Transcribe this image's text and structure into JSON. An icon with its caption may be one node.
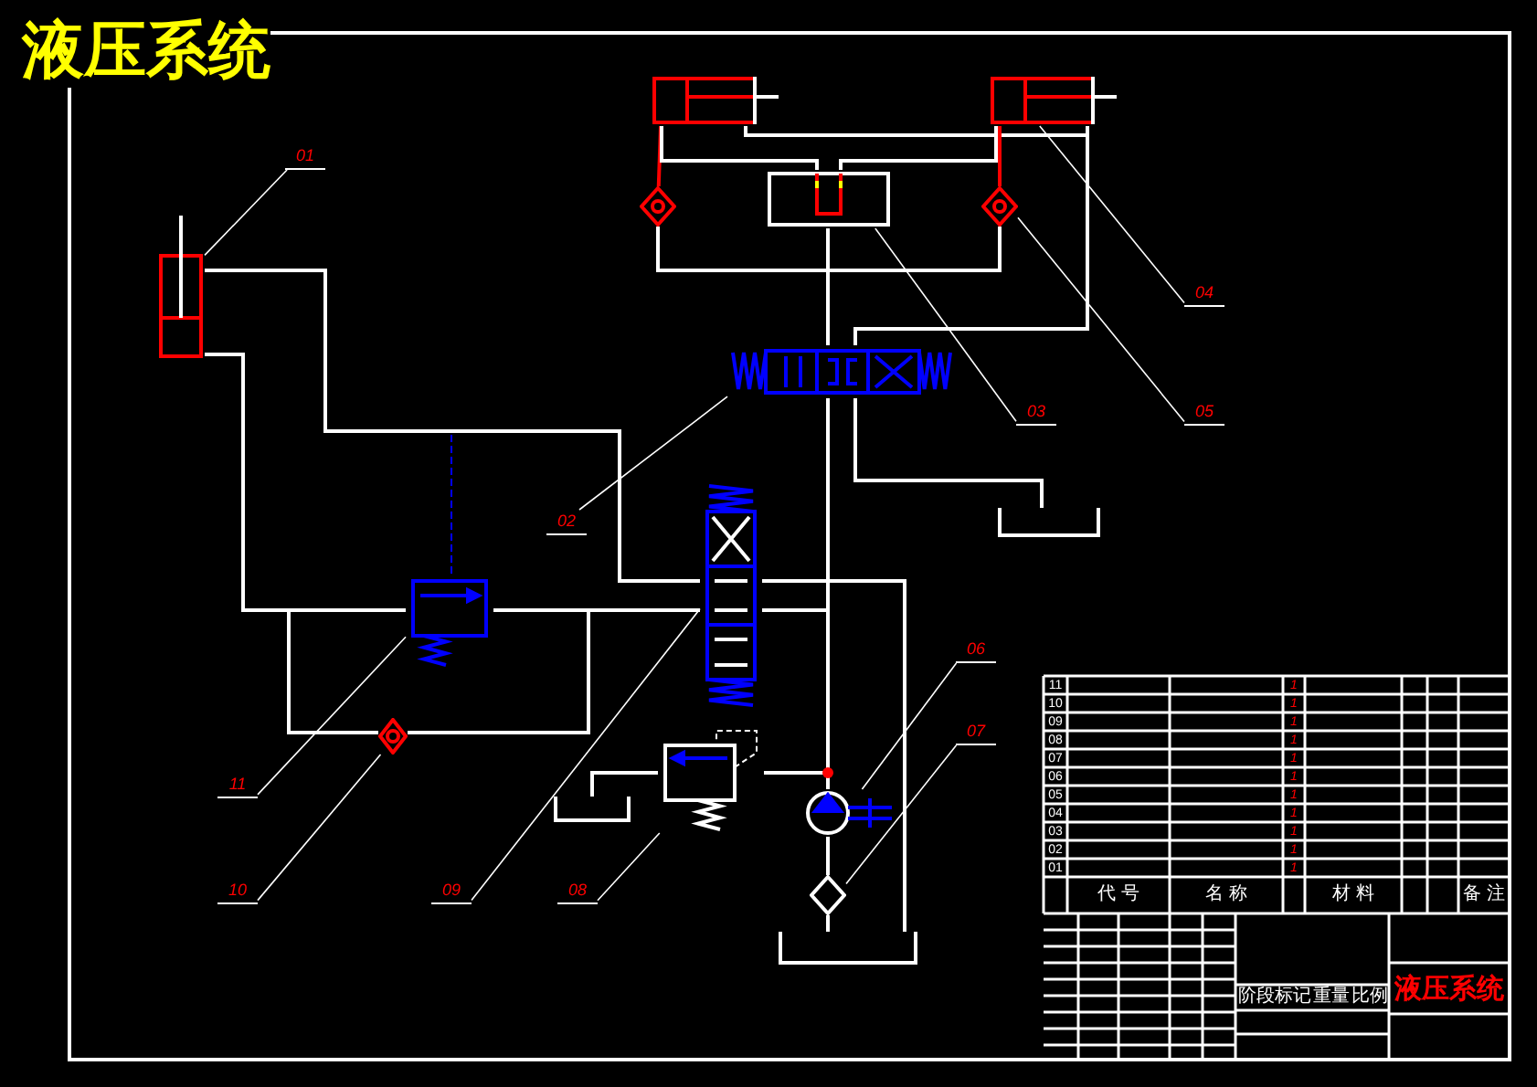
{
  "diagram": {
    "title": "液压系统",
    "nodes": [
      {
        "text": [
          "01"
        ]
      },
      {
        "text": [],
        "shape": "cylinder"
      },
      {
        "text": [],
        "shape": "cylinder"
      },
      {
        "text": [],
        "shape": "cylinder"
      },
      {
        "text": [
          "04"
        ]
      },
      {
        "text": [],
        "shape": "diamond"
      },
      {
        "text": [],
        "shape": "diamond"
      },
      {
        "text": [],
        "shape": "box"
      },
      {
        "text": [
          "03"
        ]
      },
      {
        "text": [
          "05"
        ]
      },
      {
        "text": [],
        "shape": "box"
      },
      {
        "text": [
          "02"
        ]
      },
      {
        "text": [],
        "shape": "tank"
      },
      {
        "text": [],
        "shape": "box"
      },
      {
        "text": [],
        "shape": "box"
      },
      {
        "text": [],
        "shape": "diamond"
      },
      {
        "text": [
          "06"
        ]
      },
      {
        "text": [
          "11"
        ]
      },
      {
        "text": [],
        "shape": "box"
      },
      {
        "text": [],
        "shape": "tank"
      },
      {
        "text": [],
        "shape": "circle"
      },
      {
        "text": [
          "07"
        ]
      },
      {
        "text": [],
        "shape": "diamond"
      },
      {
        "text": [
          "10"
        ]
      },
      {
        "text": [
          "09"
        ]
      },
      {
        "text": [
          "08"
        ]
      },
      {
        "text": [],
        "shape": "tank"
      }
    ],
    "edges": [
      {
        "from": 1,
        "to": 13,
        "arrow": "none"
      },
      {
        "from": 1,
        "to": 14,
        "arrow": "none"
      },
      {
        "from": 14,
        "to": 13,
        "arrow": "none"
      },
      {
        "from": 1,
        "to": 15,
        "arrow": "none"
      },
      {
        "from": 15,
        "to": 13,
        "arrow": "none"
      },
      {
        "from": 20,
        "to": 13,
        "arrow": "none"
      },
      {
        "from": 20,
        "to": 10,
        "arrow": "none"
      },
      {
        "from": 20,
        "to": 18,
        "arrow": "none"
      },
      {
        "from": 13,
        "to": 26,
        "arrow": "none"
      },
      {
        "from": 26,
        "to": 22,
        "arrow": "none"
      },
      {
        "from": 22,
        "to": 20,
        "arrow": "none"
      },
      {
        "from": 18,
        "to": 19,
        "arrow": "none"
      },
      {
        "from": 10,
        "to": 12,
        "arrow": "none"
      },
      {
        "from": 10,
        "to": 2,
        "arrow": "none"
      },
      {
        "from": 10,
        "to": 3,
        "arrow": "none"
      },
      {
        "from": 2,
        "to": 5,
        "arrow": "none",
        "color": "#ff0000"
      },
      {
        "from": 3,
        "to": 6,
        "arrow": "none",
        "color": "#ff0000"
      },
      {
        "from": 5,
        "to": 10,
        "arrow": "none"
      },
      {
        "from": 6,
        "to": 10,
        "arrow": "none"
      },
      {
        "from": 7,
        "to": 10,
        "arrow": "none"
      },
      {
        "from": 7,
        "to": 2,
        "arrow": "none"
      },
      {
        "from": 7,
        "to": 3,
        "arrow": "none"
      },
      {
        "from": 14,
        "to": 1,
        "arrow": "none",
        "style": "dashed",
        "color": "#0000ff"
      },
      {
        "from": 0,
        "to": 1,
        "arrow": "none"
      },
      {
        "from": 11,
        "to": 10,
        "arrow": "none"
      },
      {
        "from": 8,
        "to": 7,
        "arrow": "none"
      },
      {
        "from": 4,
        "to": 3,
        "arrow": "none"
      },
      {
        "from": 9,
        "to": 6,
        "arrow": "none"
      },
      {
        "from": 16,
        "to": 20,
        "arrow": "none"
      },
      {
        "from": 21,
        "to": 22,
        "arrow": "none"
      },
      {
        "from": 25,
        "to": 18,
        "arrow": "none"
      },
      {
        "from": 24,
        "to": 13,
        "arrow": "none"
      },
      {
        "from": 23,
        "to": 15,
        "arrow": "none"
      },
      {
        "from": 17,
        "to": 14,
        "arrow": "none"
      }
    ],
    "labels": [
      "11",
      "1",
      "10",
      "1",
      "09",
      "1",
      "08",
      "1",
      "07",
      "1",
      "06",
      "1",
      "05",
      "1",
      "04",
      "1",
      "03",
      "1",
      "02",
      "1",
      "01",
      "1",
      "代 号",
      "名 称",
      "材 料",
      "备 注",
      "阶段标记",
      "重量",
      "比例",
      "液压系统"
    ]
  }
}
